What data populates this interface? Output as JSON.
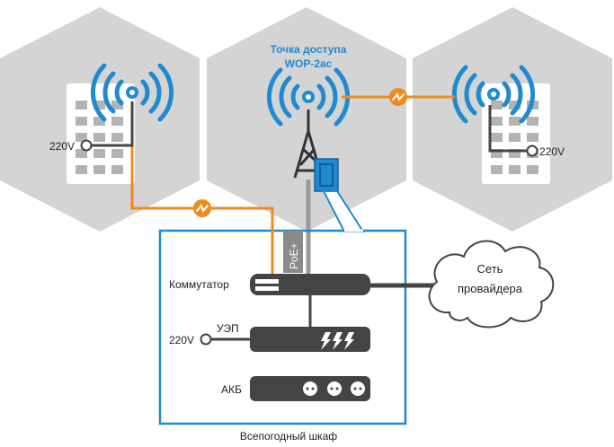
{
  "access_point": {
    "title_line1": "Точка доступа",
    "title_line2": "WOP-2ac"
  },
  "poe_label": "PoE+",
  "cabinet": {
    "switch_label": "Коммутатор",
    "ups_label": "УЭП",
    "battery_label": "АКБ",
    "cabinet_label": "Всепогодный шкаф",
    "ups_power_label": "220V"
  },
  "cloud": {
    "line1": "Сеть",
    "line2": "провайдера"
  },
  "left_unit": {
    "power_label": "220V"
  },
  "right_unit": {
    "power_label": "220V"
  },
  "colors": {
    "hex_fill": "#d4d4d4",
    "accent_blue": "#1f8ad0",
    "link_orange": "#f08a1c",
    "device_dark": "#444444"
  }
}
